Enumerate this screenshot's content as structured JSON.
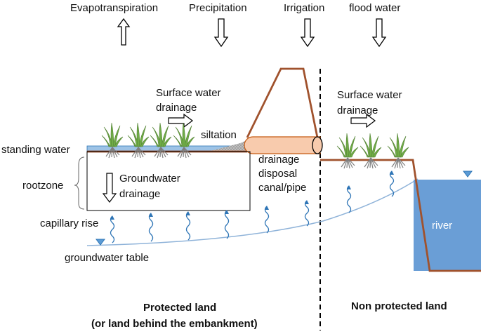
{
  "top_labels": {
    "evapotranspiration": "Evapotranspiration",
    "precipitation": "Precipitation",
    "irrigation": "Irrigation",
    "flood_water": "flood water"
  },
  "labels": {
    "surface_drainage_left_1": "Surface water",
    "surface_drainage_left_2": "drainage",
    "surface_drainage_right_1": "Surface water",
    "surface_drainage_right_2": "drainage",
    "siltation": "siltation",
    "standing_water": "standing water",
    "rootzone": "rootzone",
    "groundwater_drainage_1": "Groundwater",
    "groundwater_drainage_2": "drainage",
    "drainage_1": "drainage",
    "drainage_2": "disposal",
    "drainage_3": "canal/pipe",
    "capillary_rise": "capillary rise",
    "groundwater_table": "groundwater table",
    "river": "river",
    "protected_land_1": "Protected land",
    "protected_land_2": "(or land behind the embankment)",
    "non_protected_land": "Non protected land"
  },
  "colors": {
    "ground_line": "#a0522d",
    "water_blue": "#6a9ed6",
    "standing_water": "#9dc3e6",
    "pipe_fill": "#f8cbad",
    "plant_green": "#70ad47",
    "root_gray": "#7f7f7f",
    "wavy_arrow": "#2e75b6",
    "silt": "#a6a6a6"
  }
}
